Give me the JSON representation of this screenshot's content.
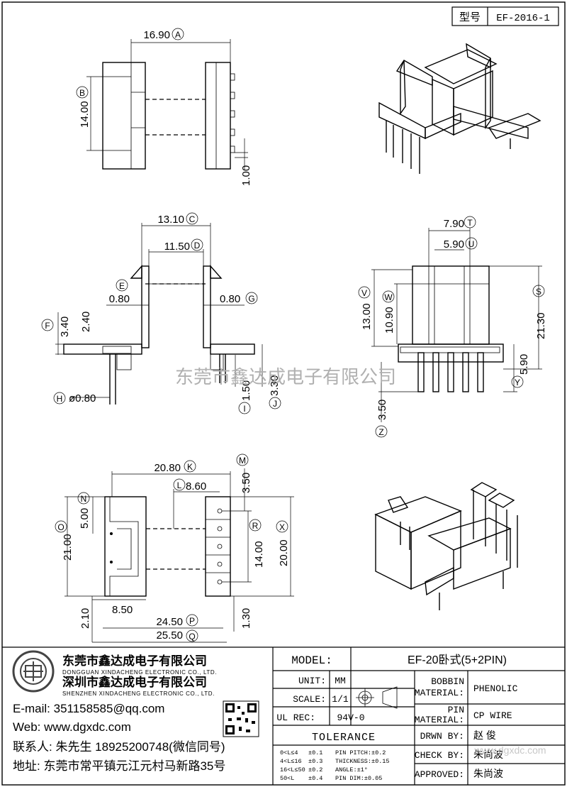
{
  "header": {
    "type_label": "型号",
    "type_value": "EF-2016-1"
  },
  "dimensions": {
    "top_view": {
      "width": "16.90",
      "width_tag": "A",
      "height": "14.00",
      "height_tag": "B",
      "pin_offset": "1.00"
    },
    "front_view": {
      "outer": "13.10",
      "outer_tag": "C",
      "inner": "11.50",
      "inner_tag": "D",
      "flange_left": "0.80",
      "flange_left_tag": "E",
      "flange_right": "0.80",
      "flange_right_tag": "G",
      "base_height": "3.40",
      "base_height_tag": "F",
      "base_inner": "2.40",
      "pin_dia": "ø0.80",
      "pin_dia_tag": "H",
      "pin_len_1": "1.50",
      "pin_len_1_tag": "I",
      "pin_len_2": "3.30",
      "pin_len_2_tag": "J"
    },
    "side_view": {
      "top_outer": "7.90",
      "top_outer_tag": "T",
      "top_inner": "5.90",
      "top_inner_tag": "U",
      "height_v": "13.00",
      "height_v_tag": "V",
      "height_w": "10.90",
      "height_w_tag": "W",
      "total": "21.30",
      "total_tag": "S",
      "base": "5.90",
      "base_tag": "Y",
      "pin_len": "3.50",
      "pin_len_tag": "Z"
    },
    "bottom_view": {
      "width_k": "20.80",
      "width_k_tag": "K",
      "width_l": "8.60",
      "width_l_tag": "L",
      "m": "3.50",
      "m_tag": "M",
      "n": "5.00",
      "n_tag": "N",
      "o": "21.00",
      "o_tag": "O",
      "r": "14.00",
      "r_tag": "R",
      "x": "20.00",
      "x_tag": "X",
      "left_offset": "8.50",
      "bottom_left": "2.10",
      "bottom_right": "1.30",
      "p": "24.50",
      "p_tag": "P",
      "q": "25.50",
      "q_tag": "Q"
    }
  },
  "watermark": "东莞市鑫达成电子有限公司",
  "company": {
    "cn_1": "东莞市鑫达成电子有限公司",
    "en_1": "DONGGUAN XINDACHENG ELECTRONIC CO., LTD.",
    "cn_2": "深圳市鑫达成电子有限公司",
    "en_2": "SHENZHEN XINDACHENG ELECTRONIC CO., LTD.",
    "email": "E-mail: 351158585@qq.com",
    "web": "Web: www.dgxdc.com",
    "contact": "联系人: 朱先生 18925200748(微信同号)",
    "address": "地址: 东莞市常平镇元江元村马新路35号"
  },
  "title_block": {
    "model_label": "MODEL:",
    "model_value": "EF-20卧式(5+2PIN)",
    "unit_label": "UNIT:",
    "unit_value": "MM",
    "scale_label": "SCALE:",
    "scale_value": "1/1",
    "ul_label": "UL REC:",
    "ul_value": "94V-0",
    "tolerance_label": "TOLERANCE",
    "bobbin_label_1": "BOBBIN",
    "bobbin_label_2": "MATERIAL:",
    "bobbin_value": "PHENOLIC",
    "pin_label_1": "PIN",
    "pin_label_2": "MATERIAL:",
    "pin_value": "CP WIRE",
    "drawn_label": "DRWN BY:",
    "drawn_value": "赵 俊",
    "check_label": "CHECK BY:",
    "check_value": "朱尚波",
    "approved_label": "APPROVED:",
    "approved_value": "朱尚波",
    "tol_rows": [
      [
        "0<L≤4",
        "±0.1",
        "PIN PITCH:±0.2"
      ],
      [
        "4<L≤16",
        "±0.3",
        "THICKNESS:±0.15"
      ],
      [
        "16<L≤50",
        "±0.2",
        "ANGLE:±1°"
      ],
      [
        "50<L",
        "±0.4",
        "PIN DIM:±0.05"
      ]
    ],
    "corner_watermark": "www.dgxdc.com"
  }
}
